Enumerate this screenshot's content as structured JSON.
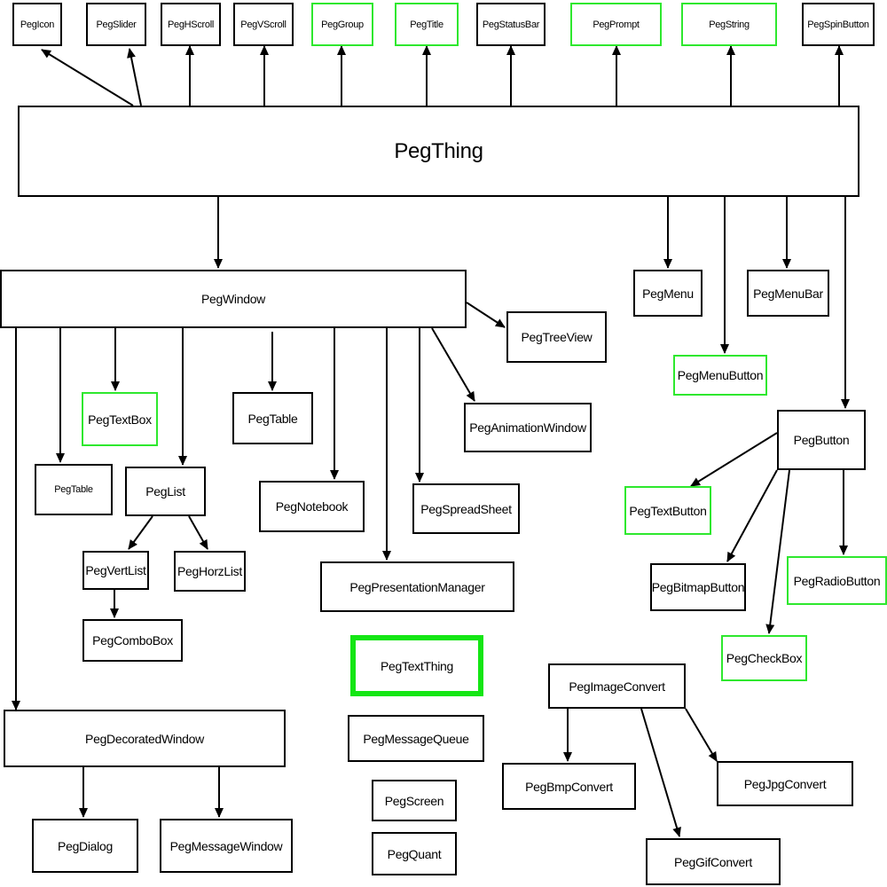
{
  "colors": {
    "line": "#000000",
    "highlight": "#2ee82e",
    "highlight_strong": "#14e614",
    "background": "#ffffff"
  },
  "classes": {
    "PegIcon": "PegIcon",
    "PegSlider": "PegSlider",
    "PegHScroll": "PegHScroll",
    "PegVScroll": "PegVScroll",
    "PegGroup": "PegGroup",
    "PegTitle": "PegTitle",
    "PegStatusBar": "PegStatusBar",
    "PegPrompt": "PegPrompt",
    "PegString": "PegString",
    "PegSpinButton": "PegSpinButton",
    "PegThing": "PegThing",
    "PegWindow": "PegWindow",
    "PegMenu": "PegMenu",
    "PegMenuBar": "PegMenuBar",
    "PegMenuButton": "PegMenuButton",
    "PegButton": "PegButton",
    "PegTreeView": "PegTreeView",
    "PegAnimationWindow": "PegAnimationWindow",
    "PegTextBox": "PegTextBox",
    "PegTableMid": "PegTable",
    "PegTableLeft": "PegTable",
    "PegList": "PegList",
    "PegNotebook": "PegNotebook",
    "PegSpreadSheet": "PegSpreadSheet",
    "PegVertList": "PegVertList",
    "PegHorzList": "PegHorzList",
    "PegComboBox": "PegComboBox",
    "PegPresentationManager": "PegPresentationManager",
    "PegTextThing": "PegTextThing",
    "PegMessageQueue": "PegMessageQueue",
    "PegScreen": "PegScreen",
    "PegQuant": "PegQuant",
    "PegDecoratedWindow": "PegDecoratedWindow",
    "PegDialog": "PegDialog",
    "PegMessageWindow": "PegMessageWindow",
    "PegTextButton": "PegTextButton",
    "PegBitmapButton": "PegBitmapButton",
    "PegRadioButton": "PegRadioButton",
    "PegCheckBox": "PegCheckBox",
    "PegImageConvert": "PegImageConvert",
    "PegBmpConvert": "PegBmpConvert",
    "PegJpgConvert": "PegJpgConvert",
    "PegGifConvert": "PegGifConvert"
  }
}
